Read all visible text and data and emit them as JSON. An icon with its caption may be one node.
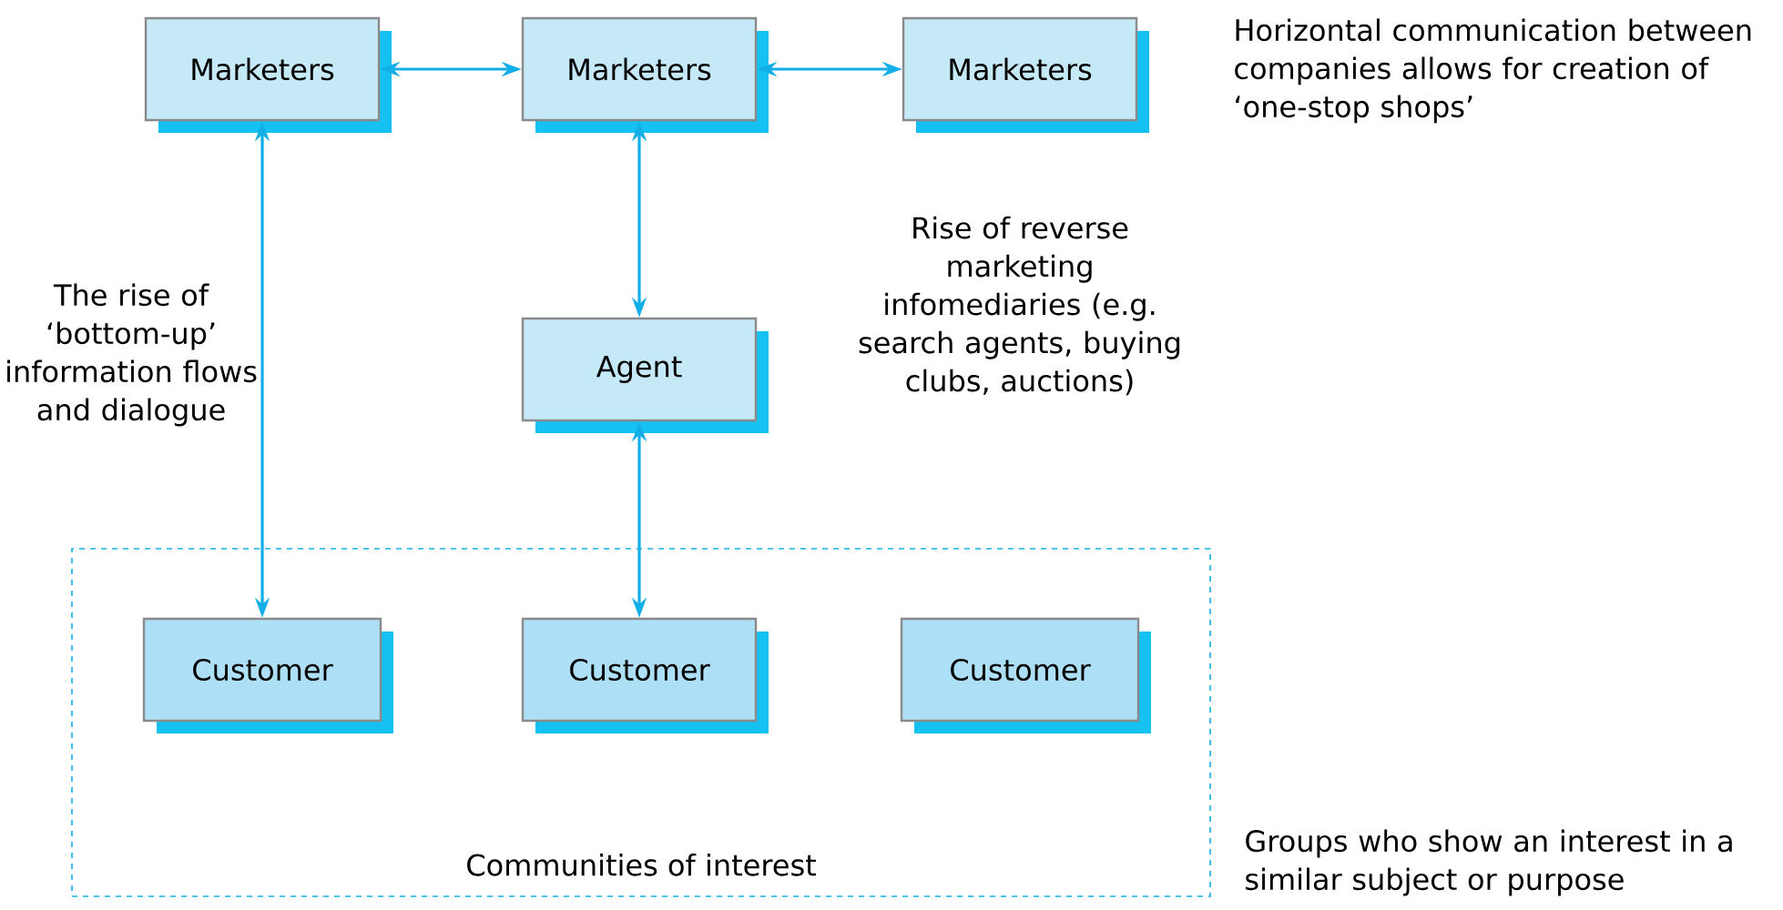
{
  "diagram": {
    "nodes": [
      {
        "text": [
          "Marketers"
        ]
      },
      {
        "text": [
          "Marketers"
        ]
      },
      {
        "text": [
          "Marketers"
        ]
      },
      {
        "text": [
          "Agent"
        ]
      },
      {
        "text": [
          "Communities of interest"
        ]
      },
      {
        "text": [
          "Customer"
        ],
        "in": 4
      },
      {
        "text": [
          "Customer"
        ],
        "in": 4
      },
      {
        "text": [
          "Customer"
        ],
        "in": 4
      }
    ],
    "edges": [
      {
        "from": 0,
        "to": 1,
        "arrow": "both"
      },
      {
        "from": 1,
        "to": 2,
        "arrow": "both"
      },
      {
        "from": 0,
        "to": 5,
        "arrow": "both"
      },
      {
        "from": 1,
        "to": 3,
        "arrow": "both"
      },
      {
        "from": 3,
        "to": 6,
        "arrow": "both"
      }
    ],
    "labels": [
      "Horizontal communication between companies allows for creation of ‘one-stop shops’",
      "The rise of ‘bottom-up’ information flows and dialogue",
      "Rise of reverse marketing infomediaries (e.g. search agents, buying clubs, auctions)",
      "Groups who show an interest in a similar subject or purpose"
    ]
  }
}
